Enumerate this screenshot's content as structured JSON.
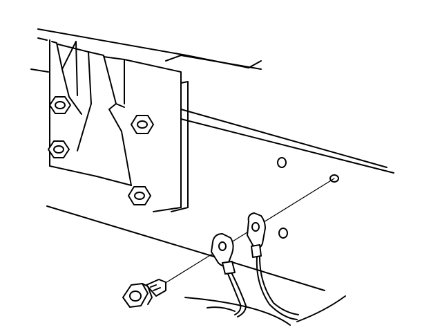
{
  "figure": {
    "subject": "",
    "labels": [],
    "line_color": "#000000",
    "background_color": "#ffffff"
  },
  "parts": {
    "bracket_nuts": 4,
    "ground_wire_terminals": 2,
    "ground_bolt": 1,
    "frame_holes": 2
  }
}
